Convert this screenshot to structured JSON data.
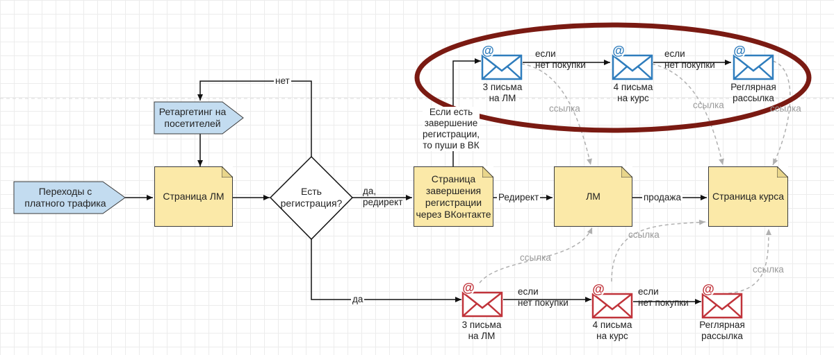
{
  "nodes": {
    "paid_traffic": "Переходы с\nплатного трафика",
    "retargeting": "Ретаргетинг на\nпосетителей",
    "page_lm": "Страница ЛМ",
    "registration_check": "Есть\nрегистрация?",
    "vk_page": "Страница\nзавершения\nрегистрации\nчерез ВКонтакте",
    "lm": "ЛМ",
    "course_page": "Страница курса"
  },
  "edge_labels": {
    "no": "нет",
    "yes_redirect": "да,\nредирект",
    "yes": "да",
    "redirect": "Редирект",
    "sale": "продажа",
    "vk_note": "Если есть\nзавершение\nрегистрации,\nто пуши в ВК",
    "if_no_purchase": "если\nнет покупки",
    "link": "ссылка"
  },
  "emails_blue": [
    {
      "label": "3 письма\nна ЛМ"
    },
    {
      "label": "4 письма\nна курс"
    },
    {
      "label": "Реглярная\nрассылка"
    }
  ],
  "emails_red": [
    {
      "label": "3 письма\nна ЛМ"
    },
    {
      "label": "4 письма\nна курс"
    },
    {
      "label": "Реглярная\nрассылка"
    }
  ],
  "colors": {
    "blue_fill": "#c3dcf0",
    "yellow_fill": "#fbe9a8",
    "email_blue": "#2f7dbd",
    "email_red": "#c0333a",
    "highlight_ellipse": "#7a1a12",
    "dashed_gray": "#a8a8a8"
  }
}
